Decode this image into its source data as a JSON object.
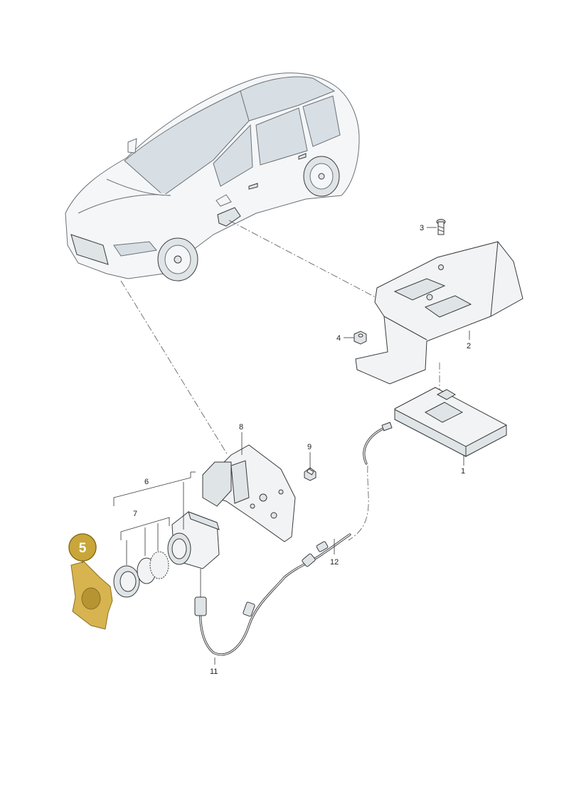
{
  "parts": [
    {
      "number": "1"
    },
    {
      "number": "2"
    },
    {
      "number": "3"
    },
    {
      "number": "4"
    },
    {
      "number": "5",
      "highlighted": true
    },
    {
      "number": "6"
    },
    {
      "number": "7"
    },
    {
      "number": "8"
    },
    {
      "number": "9"
    },
    {
      "number": "11"
    },
    {
      "number": "12"
    }
  ],
  "colors": {
    "highlight": "#c9a63a",
    "highlight_border": "#8a7020",
    "line": "#333333",
    "part_fill": "#f1f3f4"
  }
}
